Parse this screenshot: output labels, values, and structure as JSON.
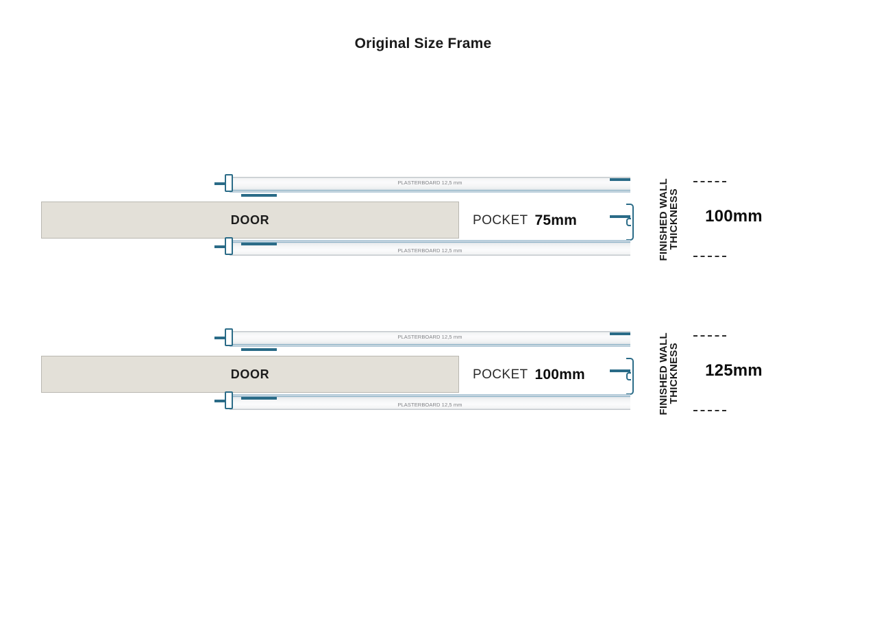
{
  "title": "Original Size Frame",
  "labels": {
    "door": "DOOR",
    "pocket_word": "POCKET",
    "plasterboard": "PLASTERBOARD 12,5 mm",
    "wall_line1": "FINISHED WALL",
    "wall_line2": "THICKNESS"
  },
  "colors": {
    "frame_accent": "#2a6b87",
    "door_fill": "#e3e0d8",
    "board_light": "#fbfbfc",
    "board_edge": "#a9c3d4",
    "text": "#1a1a1a"
  },
  "diagrams": [
    {
      "id": "diagram-1",
      "pocket_value": "75mm",
      "wall_thickness": "100mm",
      "plasterboard_top": "PLASTERBOARD 12,5 mm",
      "plasterboard_bottom": "PLASTERBOARD 12,5 mm",
      "door_label": "DOOR"
    },
    {
      "id": "diagram-2",
      "pocket_value": "100mm",
      "wall_thickness": "125mm",
      "plasterboard_top": "PLASTERBOARD 12,5 mm",
      "plasterboard_bottom": "PLASTERBOARD 12,5 mm",
      "door_label": "DOOR"
    }
  ]
}
